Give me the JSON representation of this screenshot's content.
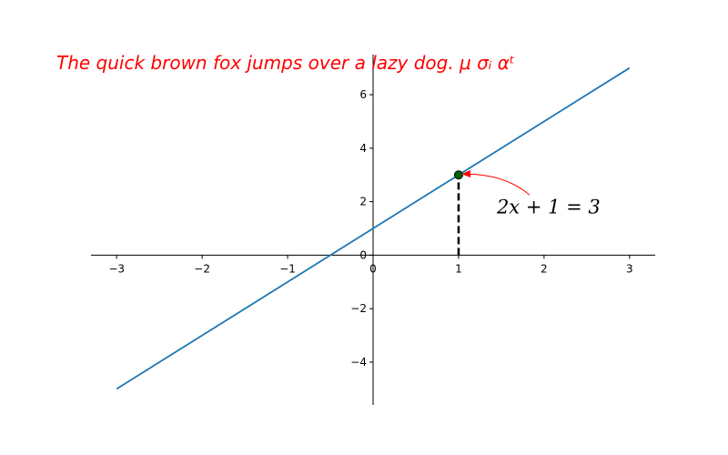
{
  "chart_data": {
    "type": "line",
    "title": "The quick brown fox jumps over a lazy dog. μ σᵢ αᵗ",
    "xlabel": "",
    "ylabel": "",
    "xlim": [
      -3.3,
      3.3
    ],
    "ylim": [
      -5.6,
      7.5
    ],
    "x_ticks": [
      -3,
      -2,
      -1,
      0,
      1,
      2,
      3
    ],
    "x_tick_labels": [
      "−3",
      "−2",
      "−1",
      "0",
      "1",
      "2",
      "3"
    ],
    "y_ticks": [
      -4,
      -2,
      0,
      2,
      4,
      6
    ],
    "y_tick_labels": [
      "−4",
      "−2",
      "0",
      "2",
      "4",
      "6"
    ],
    "grid": false,
    "spines": "centered at origin",
    "series": [
      {
        "x": [
          -3,
          3
        ],
        "y": [
          -5,
          7
        ],
        "color": "#1f77b4"
      }
    ],
    "highlight_point": {
      "x": 1,
      "y": 3,
      "color": "#006400",
      "edge_color": "#000000"
    },
    "dashed_drop_line": {
      "x": 1,
      "from_y": 0,
      "to_y": 3,
      "color": "#000000"
    },
    "annotation": {
      "text": "2x + 1 = 3",
      "points_to": {
        "x": 1,
        "y": 3
      },
      "arrow_color": "#ff0000"
    },
    "title_color": "#ff0000"
  }
}
